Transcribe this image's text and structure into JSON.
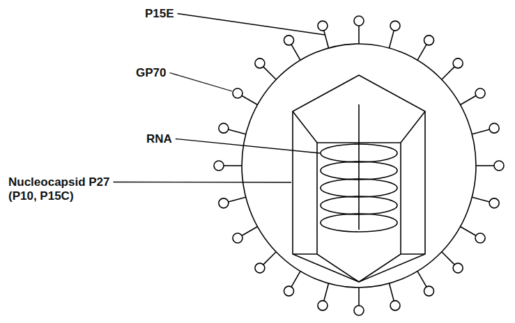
{
  "diagram": {
    "labels": [
      "P15E",
      "GP70",
      "RNA",
      "Nucleocapsid P27 (P10, P15C)"
    ]
  }
}
